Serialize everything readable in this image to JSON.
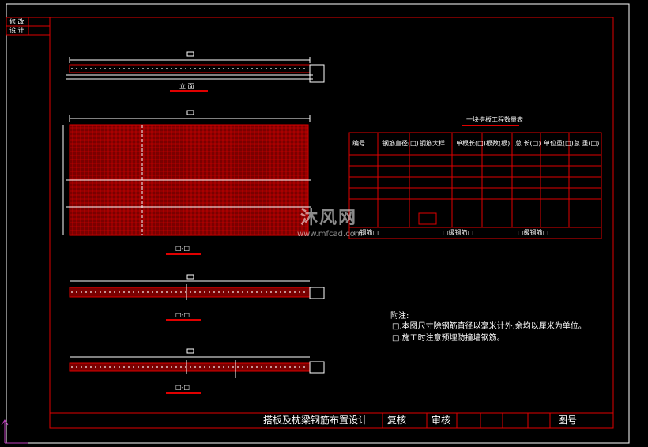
{
  "side_labels": {
    "top": "修 改",
    "bottom": "设 计"
  },
  "views": {
    "elevation_label": "立  面",
    "plan_label": "□-□",
    "section1_label": "□-□",
    "section2_label": "□-□"
  },
  "table": {
    "title": "一块搭板工程数量表",
    "headers": [
      "编号",
      "钢筋直径(□)",
      "钢筋大样",
      "单根长(□)",
      "根数(根)",
      "总 长(□)",
      "单位重(□)",
      "总 重(□)"
    ],
    "summary": [
      "□钢筋□",
      "□级钢筋□",
      "□级钢筋□"
    ]
  },
  "notes": {
    "heading": "附注:",
    "lines": [
      "□.本图尺寸除钢筋直径以毫米计外,余均以厘米为单位。",
      "□.施工时注意预埋防撞墙钢筋。"
    ]
  },
  "title_block": {
    "title": "搭板及枕梁钢筋布置设计",
    "review": "复核",
    "audit": "审核",
    "drawing_no": "图号"
  },
  "watermark": {
    "logo": "沐风网",
    "url": "www.mfcad.com"
  }
}
